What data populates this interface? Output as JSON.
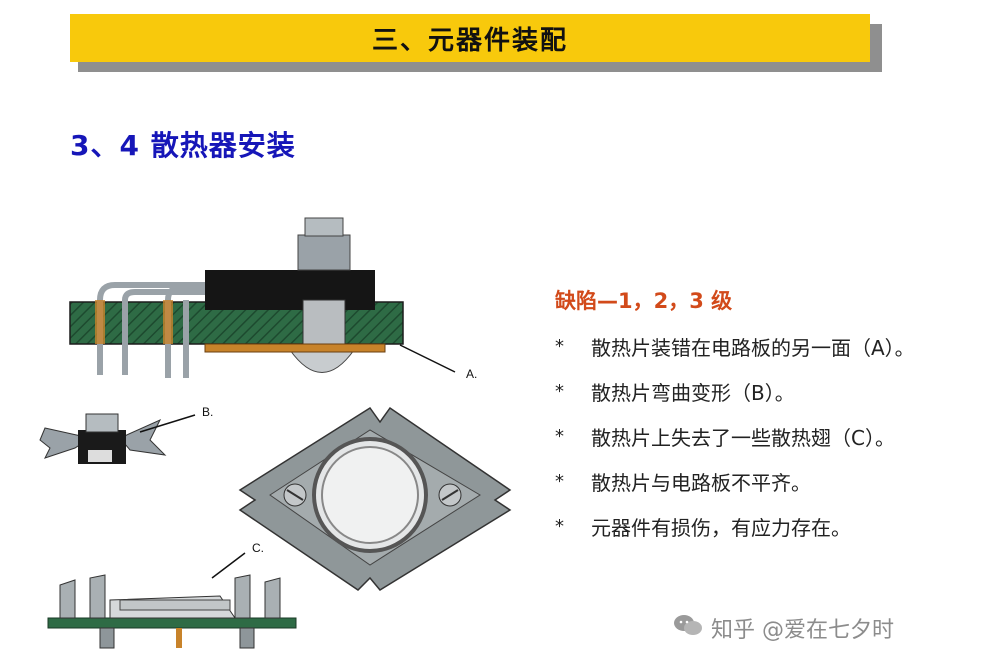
{
  "banner": {
    "title": "三、元器件装配"
  },
  "section": {
    "title": "3、4  散热器安装"
  },
  "figure": {
    "label_a": "A.",
    "label_b": "B.",
    "label_c": "C."
  },
  "defects": {
    "heading": "缺陷—1，2，3 级",
    "bullet": "*",
    "items": [
      "散热片装错在电路板的另一面（A）。",
      "散热片弯曲变形（B）。",
      "散热片上失去了一些散热翅（C）。",
      "散热片与电路板不平齐。",
      "元器件有损伤，有应力存在。"
    ]
  },
  "watermark": {
    "text": "知乎 @爱在七夕时",
    "icon": "wechat-icon"
  },
  "colors": {
    "banner": "#f8c90c",
    "title": "#1616b8",
    "heading": "#d24a1a",
    "board": "#2e6b45"
  }
}
